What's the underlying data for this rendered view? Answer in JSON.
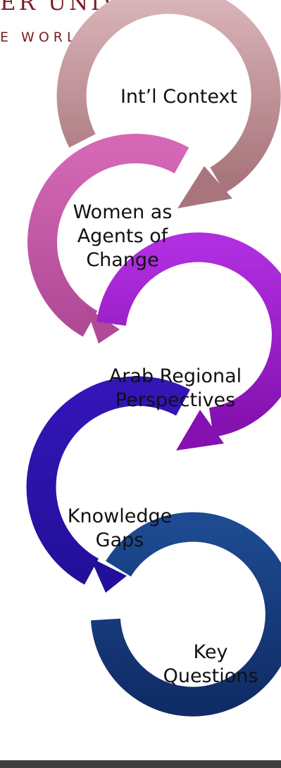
{
  "header": {
    "university_text": "ER UNIVERSITY",
    "tagline_text": "E WORLD"
  },
  "steps": [
    {
      "label": "Int’l Context",
      "color": "#b98a90"
    },
    {
      "label": "Women as Agents of Change",
      "color": "#c559a6"
    },
    {
      "label": "Arab Regional Perspectives",
      "color": "#9a1ac5"
    },
    {
      "label": "Knowledge Gaps",
      "color": "#2e0fa3"
    },
    {
      "label": "Key Questions",
      "color": "#173a7a"
    }
  ],
  "colors": {
    "bottom_bar": "#3f3f3f"
  }
}
